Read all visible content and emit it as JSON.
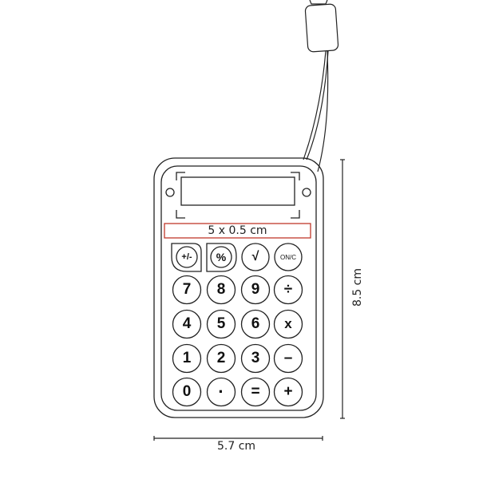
{
  "diagram": {
    "type": "product-dimension-drawing",
    "subject": "mini calculator with lanyard",
    "print_area_label": "5 x 0.5 cm",
    "width_label": "5.7 cm",
    "height_label": "8.5 cm",
    "accent_color": "#c0392b",
    "line_color": "#222222"
  },
  "keys": {
    "row1": [
      "+/-",
      "%",
      "√",
      "ON/C"
    ],
    "row2": [
      "7",
      "8",
      "9",
      "÷"
    ],
    "row3": [
      "4",
      "5",
      "6",
      "x"
    ],
    "row4": [
      "1",
      "2",
      "3",
      "–"
    ],
    "row5": [
      "0",
      "·",
      "=",
      "+"
    ]
  }
}
